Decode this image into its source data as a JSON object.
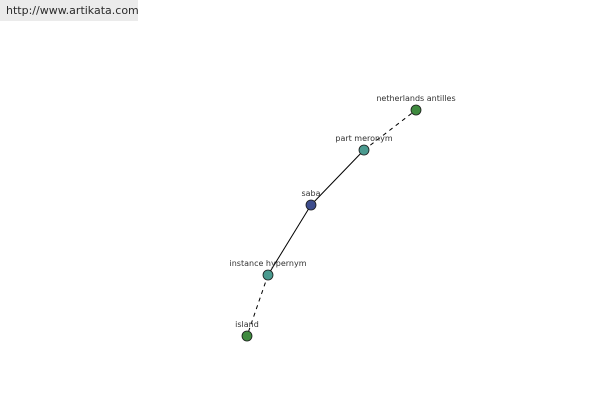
{
  "watermark": "http://www.artikata.com",
  "graph": {
    "nodes": [
      {
        "id": "netherlands-antilles",
        "label": "netherlands antilles",
        "color": "#3f8a3f"
      },
      {
        "id": "part-meronym",
        "label": "part meronym",
        "color": "#4a9a8f"
      },
      {
        "id": "saba",
        "label": "saba",
        "color": "#3d4c8c"
      },
      {
        "id": "instance-hypernym",
        "label": "instance hypernym",
        "color": "#4a9a8f"
      },
      {
        "id": "island",
        "label": "island",
        "color": "#3f8a3f"
      }
    ],
    "edges": [
      {
        "from": "saba",
        "to": "part-meronym",
        "style": "solid"
      },
      {
        "from": "part-meronym",
        "to": "netherlands-antilles",
        "style": "dashed"
      },
      {
        "from": "saba",
        "to": "instance-hypernym",
        "style": "solid"
      },
      {
        "from": "instance-hypernym",
        "to": "island",
        "style": "dashed"
      }
    ]
  }
}
